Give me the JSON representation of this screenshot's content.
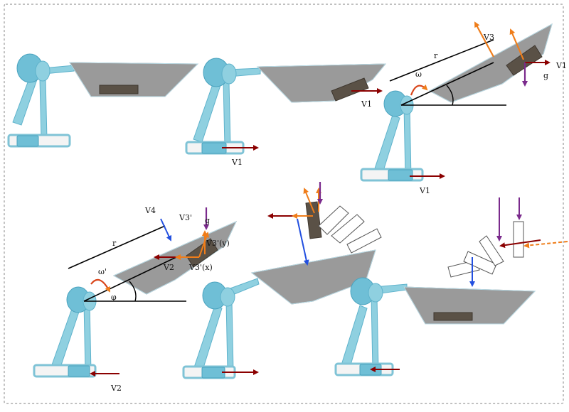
{
  "labels": {
    "v1": "V1",
    "v2": "V2",
    "v3": "V3",
    "v3p": "V3'",
    "v3y": "V3'(y)",
    "v3x": "V3'(x)",
    "v4": "V4",
    "g": "g",
    "r": "r",
    "omega": "ω",
    "omega_p": "ω'",
    "phi": "φ"
  },
  "colors": {
    "dark_red": "#8b0000",
    "orange": "#ef7d1a",
    "purple": "#7a2a8c",
    "blue": "#2350e0",
    "machine": "#8fd0e0",
    "tray": "#9a9a9a"
  }
}
